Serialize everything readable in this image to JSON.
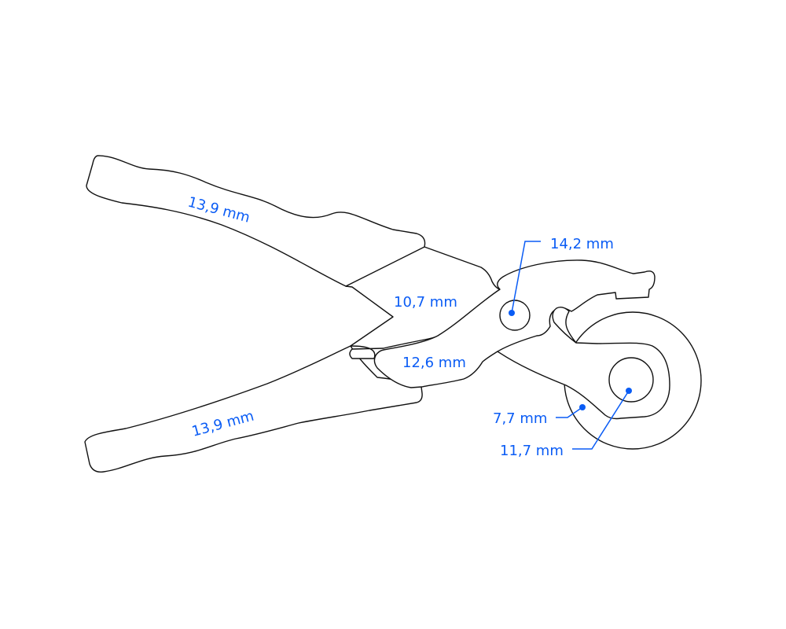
{
  "labels": {
    "upper_handle": "13,9 mm",
    "lower_handle": "13,9 mm",
    "upper_arm": "10,7 mm",
    "lower_arm": "12,6 mm",
    "pivot": "14,2 mm",
    "hook_small": "7,7 mm",
    "ring": "11,7 mm"
  },
  "colors": {
    "annotation": "#0a5cf5",
    "outline": "#111111"
  }
}
